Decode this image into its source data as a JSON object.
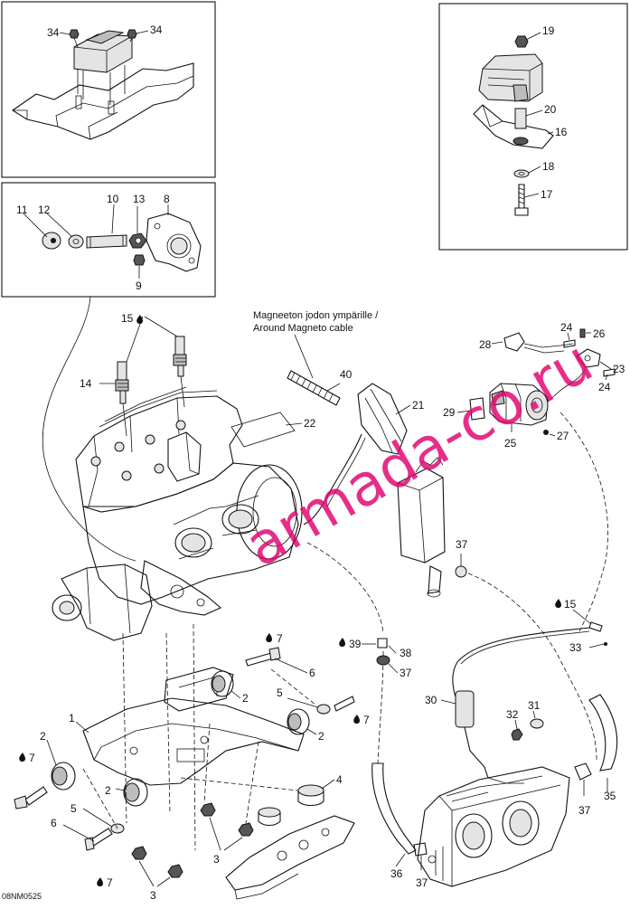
{
  "watermark": "armada-co.ru",
  "drawing_code": "08NM0525",
  "cable_note": {
    "line1": "Magneeton jodon ympärille /",
    "line2": "Around Magneto cable"
  },
  "callouts": {
    "n1": "1",
    "n2": "2",
    "n3": "3",
    "n4": "4",
    "n5": "5",
    "n6": "6",
    "n7": "7",
    "n8": "8",
    "n9": "9",
    "n10": "10",
    "n11": "11",
    "n12": "12",
    "n13": "13",
    "n14": "14",
    "n15": "15",
    "n16": "16",
    "n17": "17",
    "n18": "18",
    "n19": "19",
    "n20": "20",
    "n21": "21",
    "n22": "22",
    "n23": "23",
    "n24": "24",
    "n25": "25",
    "n26": "26",
    "n27": "27",
    "n28": "28",
    "n29": "29",
    "n30": "30",
    "n31": "31",
    "n32": "32",
    "n33": "33",
    "n34": "34",
    "n35": "35",
    "n36": "36",
    "n37": "37",
    "n38": "38",
    "n39": "39",
    "n40": "40"
  }
}
